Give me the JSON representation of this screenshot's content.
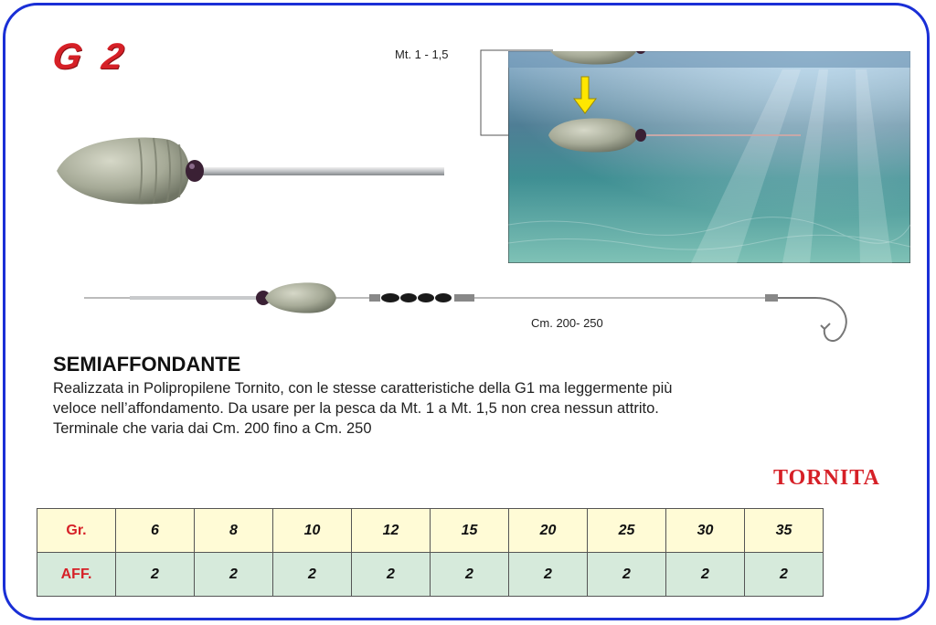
{
  "model": "G 2",
  "depth_label": "Mt. 1 - 1,5",
  "length_label": "Cm. 200- 250",
  "title": "SEMIAFFONDANTE",
  "description": [
    "Realizzata in Polipropilene Tornito, con le stesse caratteristiche della G1 ma leggermente più",
    "veloce nell’affondamento. Da usare per la pesca da Mt. 1 a Mt. 1,5  non crea nessun attrito.",
    "Terminale che varia dai Cm. 200 fino a Cm. 250"
  ],
  "brand": "TORNITA",
  "colors": {
    "accent_red": "#d62027",
    "frame_blue": "#1a2fd6",
    "arrow_yellow": "#ffe600"
  },
  "table": {
    "rows": [
      {
        "label": "Gr.",
        "values": [
          "6",
          "8",
          "10",
          "12",
          "15",
          "20",
          "25",
          "30",
          "35"
        ]
      },
      {
        "label": "AFF.",
        "values": [
          "2",
          "2",
          "2",
          "2",
          "2",
          "2",
          "2",
          "2",
          "2"
        ]
      }
    ]
  }
}
